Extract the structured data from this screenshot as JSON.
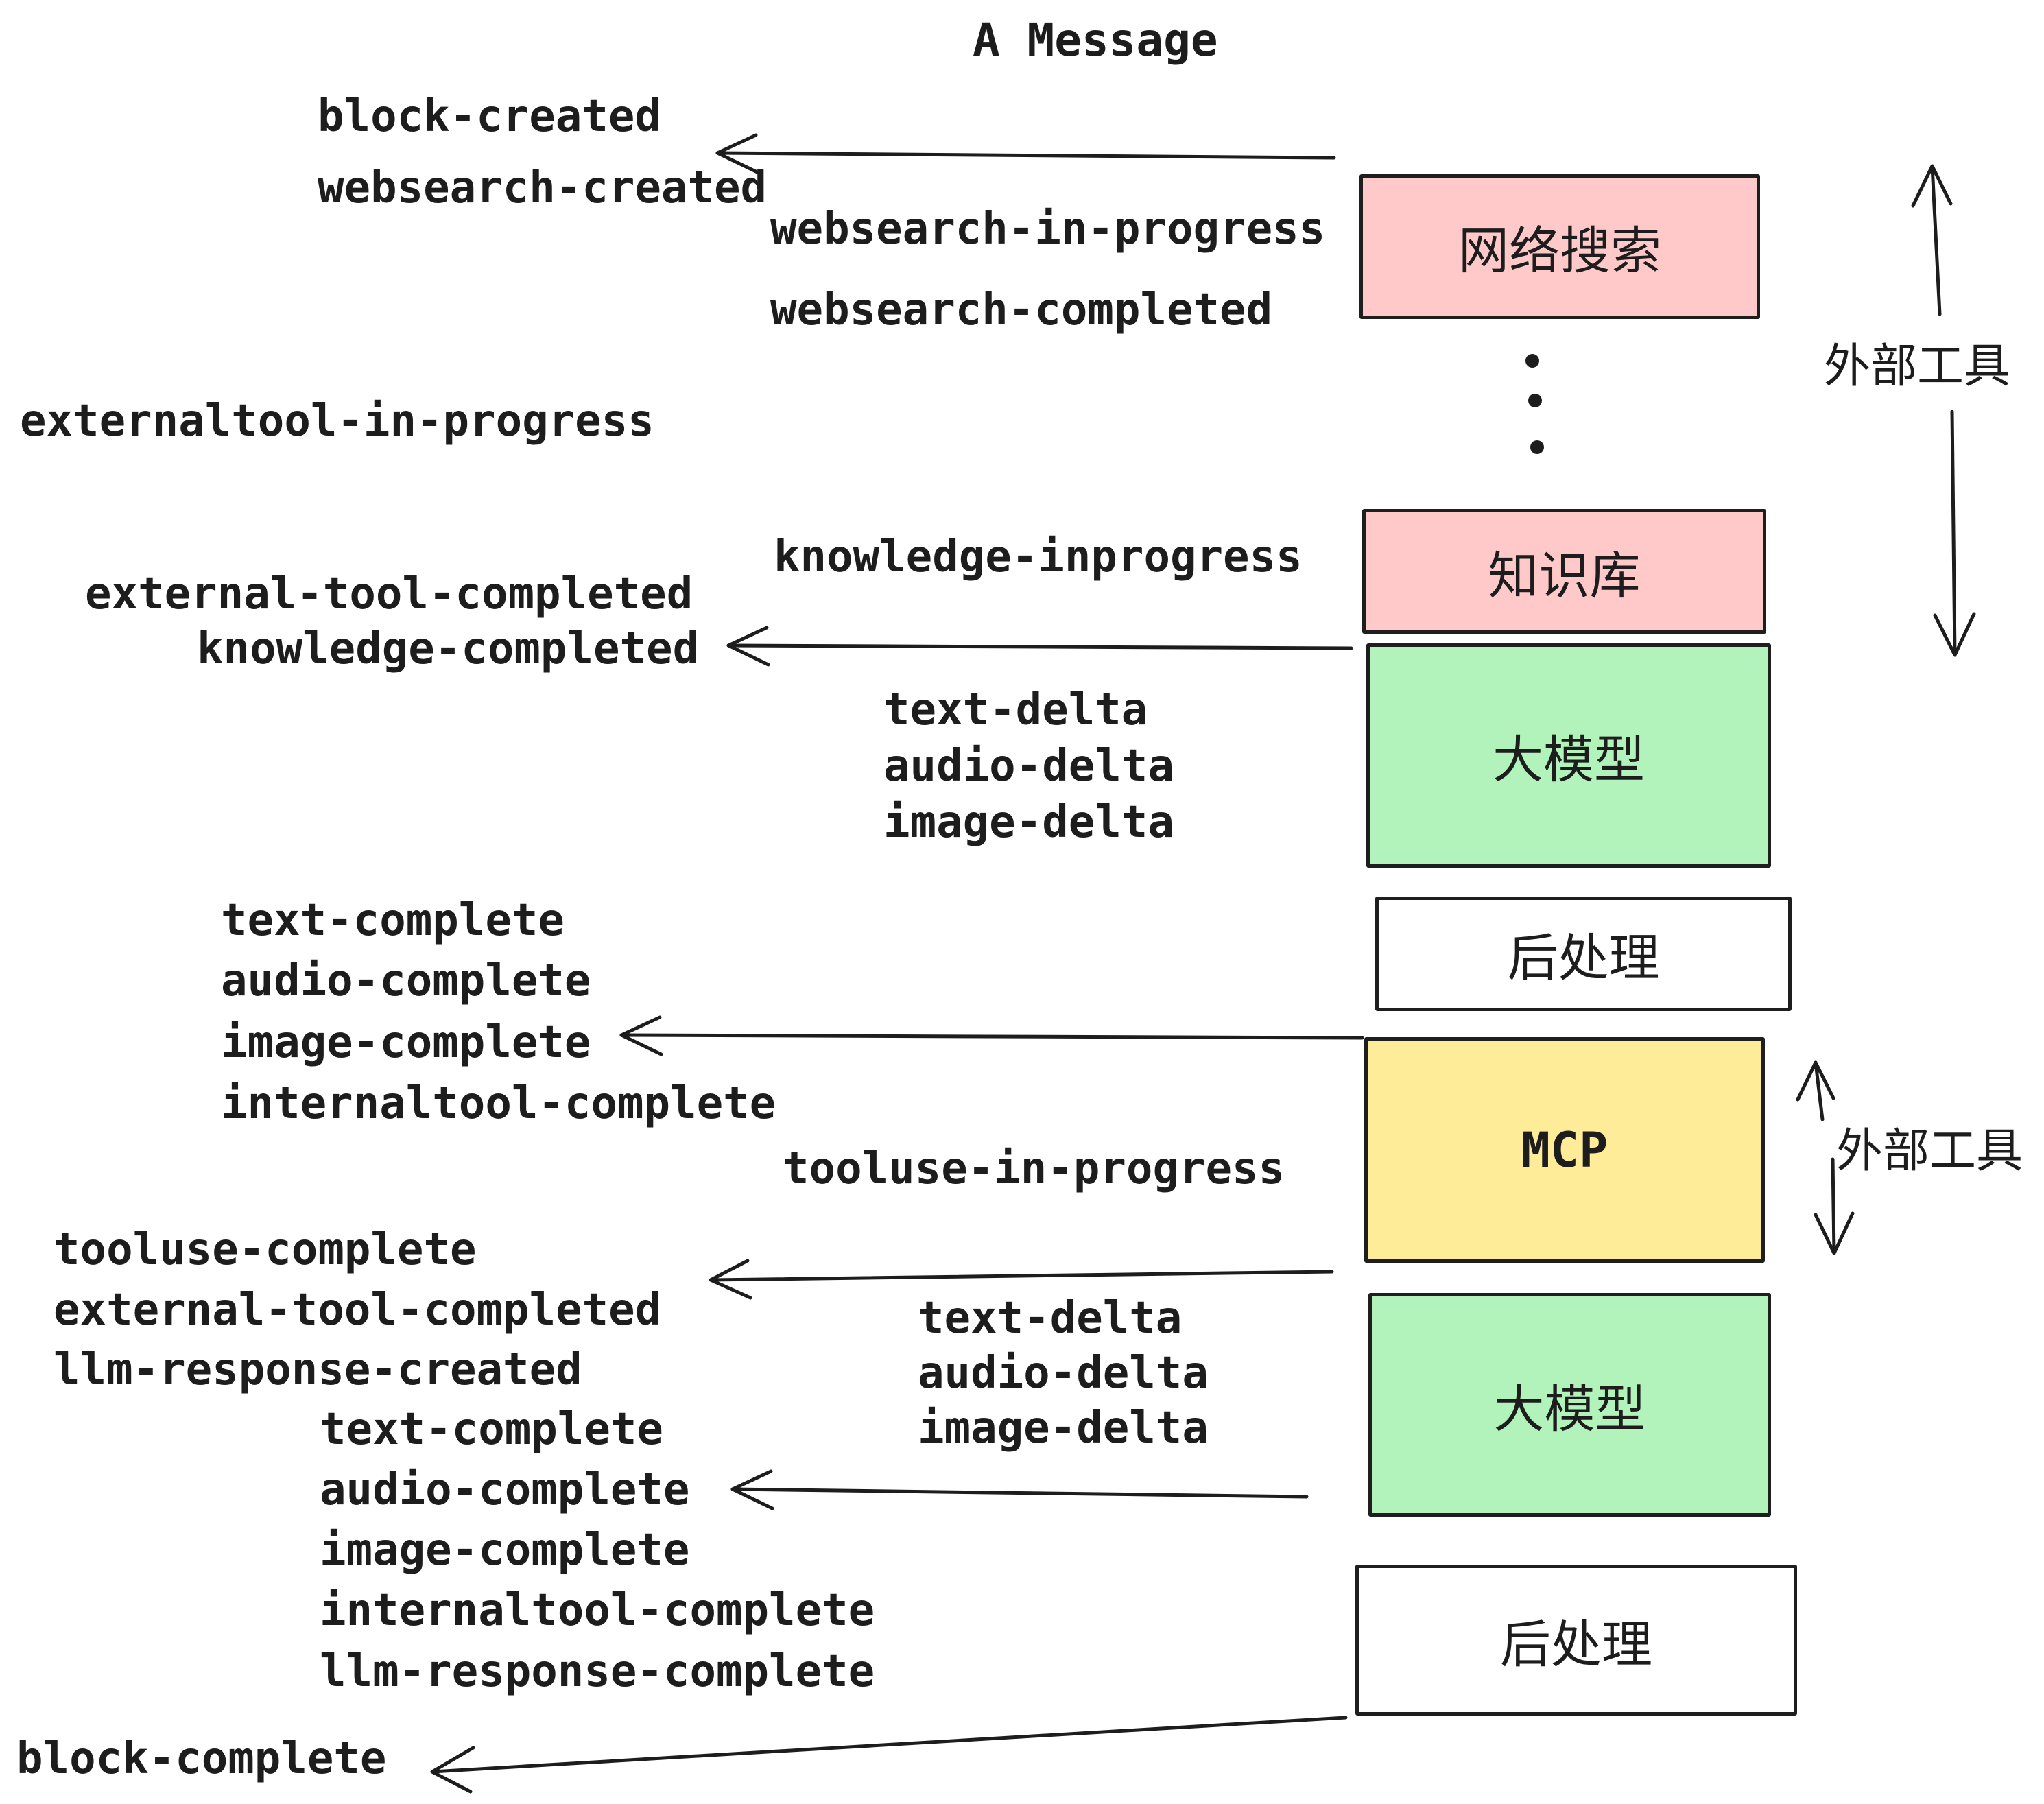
{
  "title": "A Message",
  "colors": {
    "pink": "#ffc9c9",
    "green": "#b2f2bb",
    "yellow": "#ffec99",
    "white": "#ffffff",
    "ink": "#1d1d1d"
  },
  "events": {
    "block_created": "block-created",
    "websearch_created": "websearch-created",
    "websearch_in_progress": "websearch-in-progress",
    "websearch_completed": "websearch-completed",
    "externaltool_in_progress": "externaltool-in-progress",
    "knowledge_inprogress": "knowledge-inprogress",
    "external_tool_completed_1": "external-tool-completed",
    "knowledge_completed": "knowledge-completed",
    "text_delta_1": "text-delta",
    "audio_delta_1": "audio-delta",
    "image_delta_1": "image-delta",
    "text_complete_1": "text-complete",
    "audio_complete_1": "audio-complete",
    "image_complete_1": "image-complete",
    "internaltool_complete_1": "internaltool-complete",
    "tooluse_in_progress": "tooluse-in-progress",
    "tooluse_complete": "tooluse-complete",
    "external_tool_completed_2": "external-tool-completed",
    "llm_response_created": "llm-response-created",
    "text_complete_2": "text-complete",
    "audio_complete_2": "audio-complete",
    "image_complete_2": "image-complete",
    "internaltool_complete_2": "internaltool-complete",
    "llm_response_complete": "llm-response-complete",
    "block_complete": "block-complete",
    "text_delta_2": "text-delta",
    "audio_delta_2": "audio-delta",
    "image_delta_2": "image-delta"
  },
  "boxes": {
    "websearch": "网络搜索",
    "knowledge": "知识库",
    "llm_1": "大模型",
    "postprocess_1": "后处理",
    "mcp": "MCP",
    "llm_2": "大模型",
    "postprocess_2": "后处理"
  },
  "side_labels": {
    "external_tools_1": "外部工具",
    "external_tools_2": "外部工具"
  }
}
